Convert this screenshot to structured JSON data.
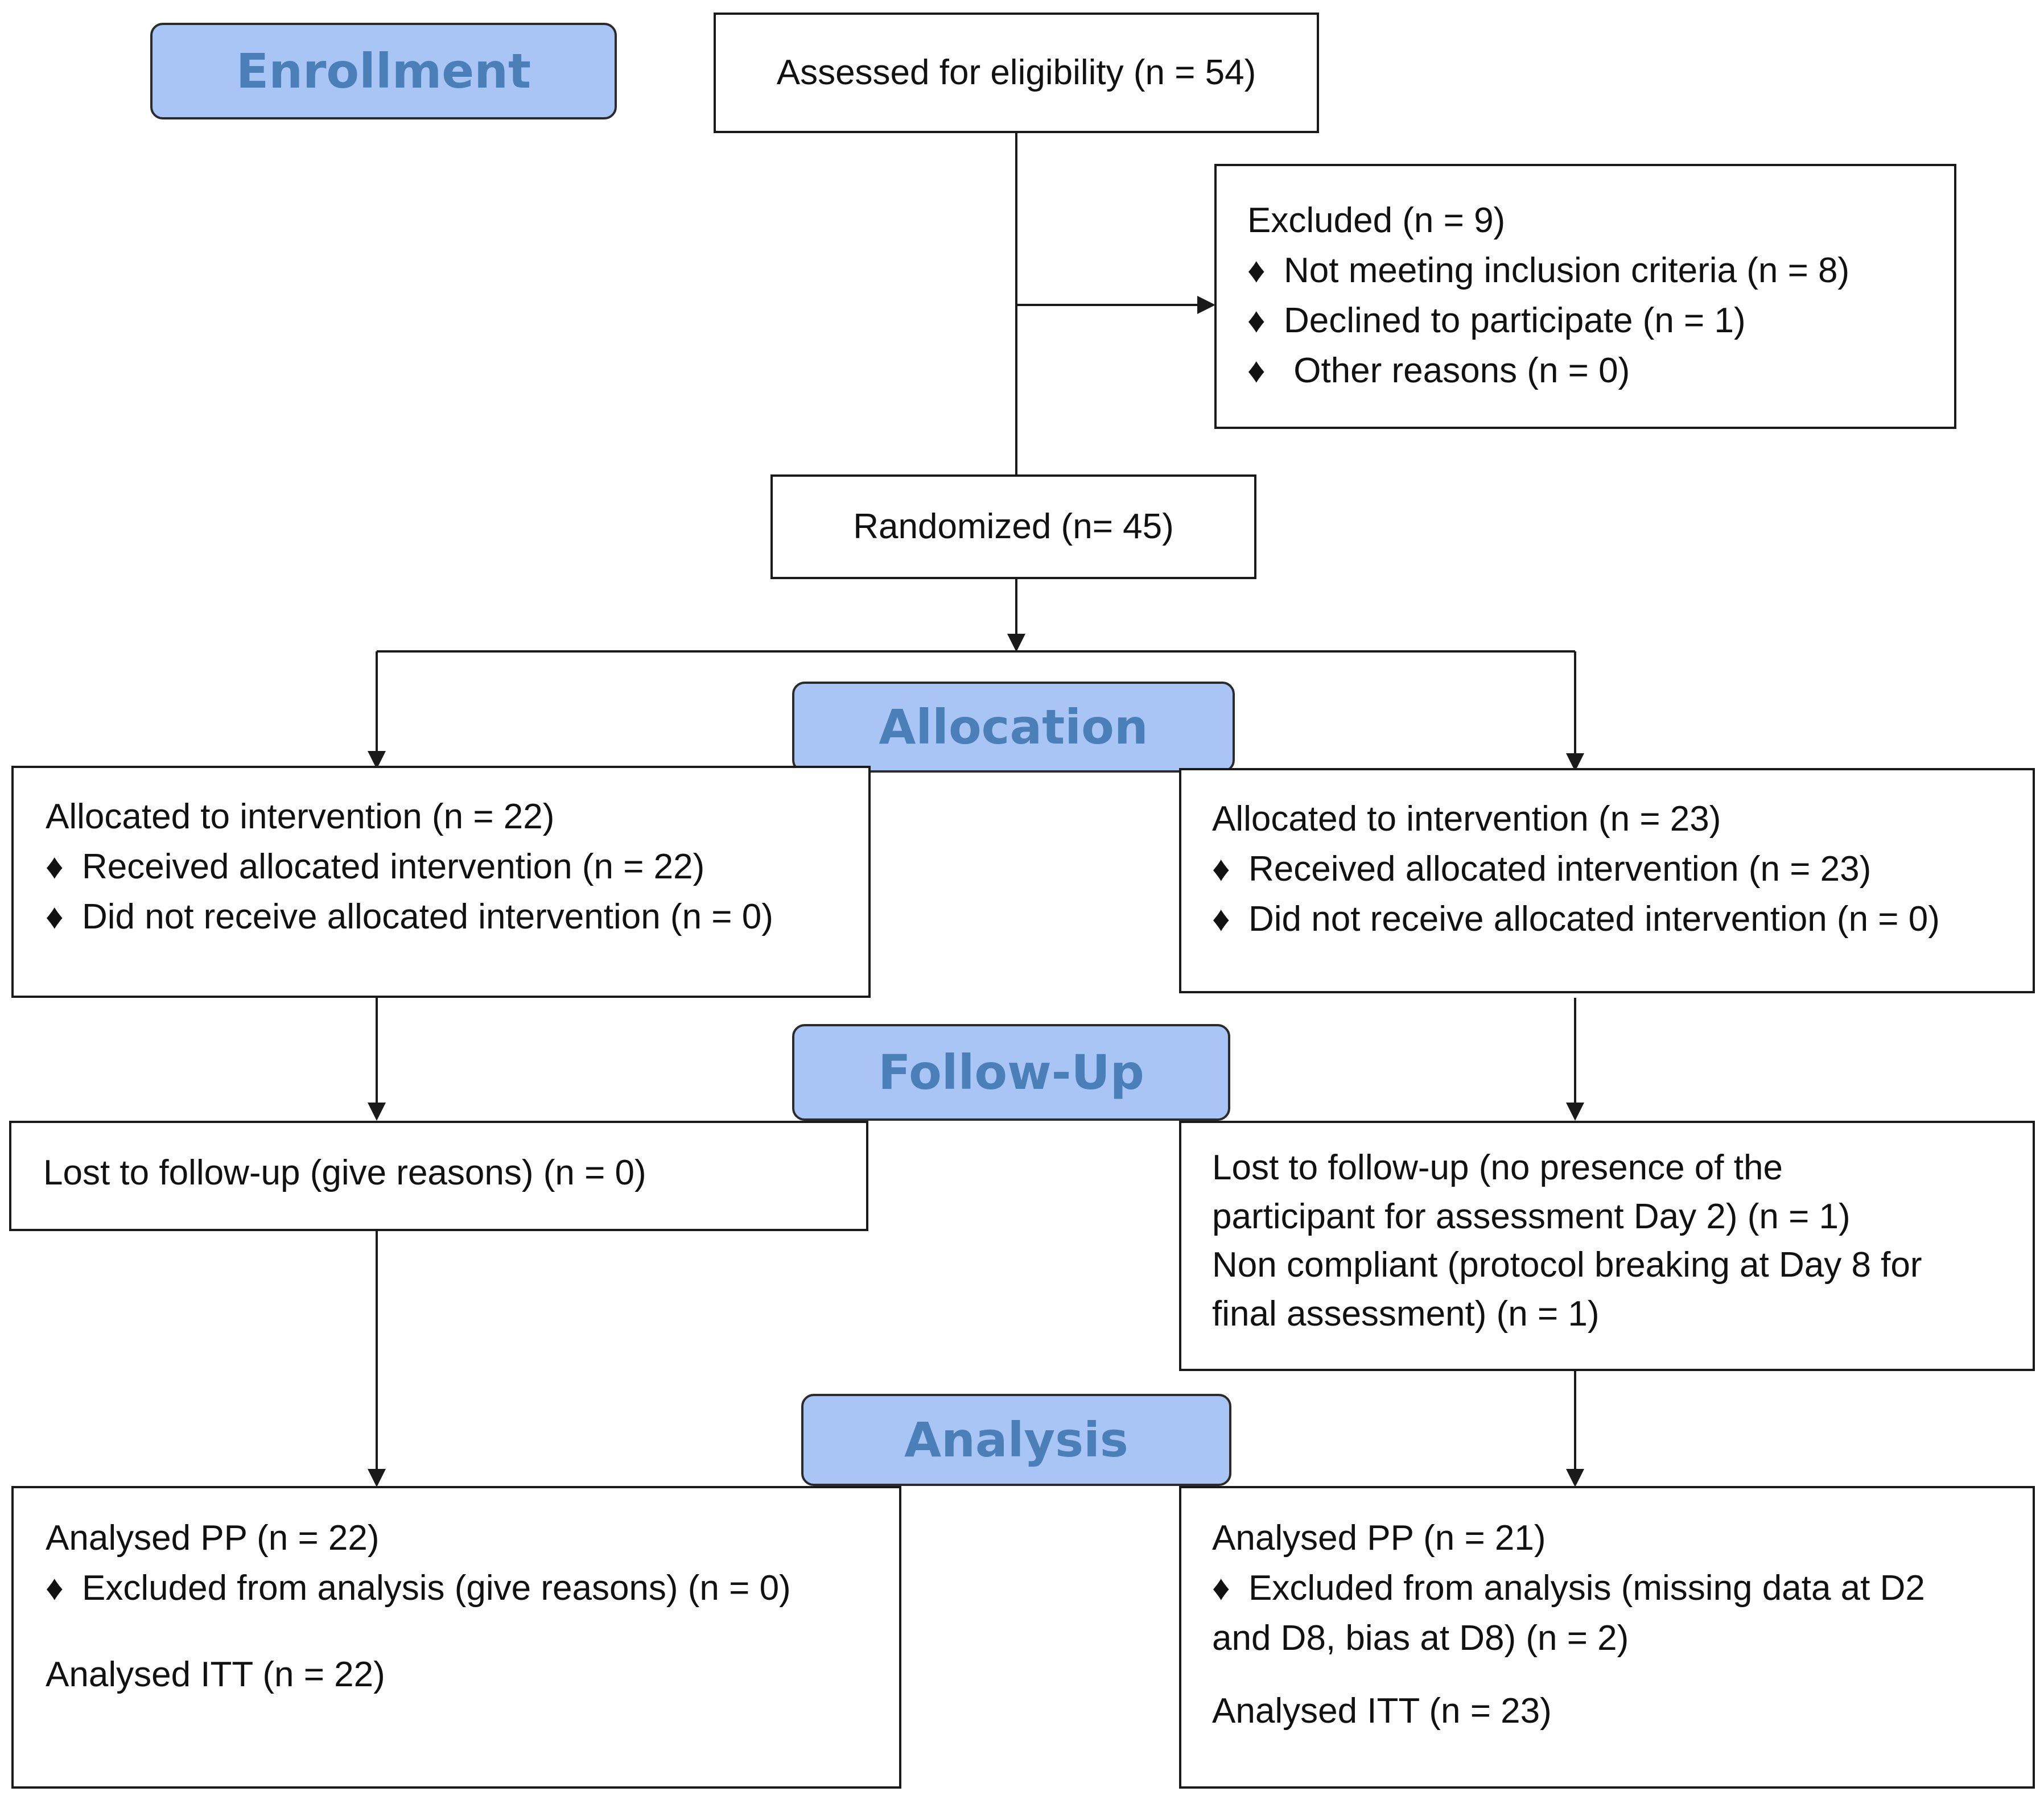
{
  "stages": {
    "enrollment": "Enrollment",
    "allocation": "Allocation",
    "follow_up": "Follow-Up",
    "analysis": "Analysis"
  },
  "bullet_icon": "diamond-icon",
  "assessed": "Assessed for eligibility (n = 54)",
  "excluded": {
    "title": "Excluded  (n = 9)",
    "items": [
      "Not meeting inclusion criteria (n = 8)",
      "Declined to participate (n = 1)",
      " Other reasons (n = 0)"
    ]
  },
  "randomized": "Randomized (n= 45)",
  "allocation_left": {
    "title": "Allocated to intervention (n = 22)",
    "items": [
      "Received allocated intervention (n =  22)",
      "Did not receive allocated intervention (n = 0)"
    ]
  },
  "allocation_right": {
    "title": "Allocated to intervention (n =  23)",
    "items": [
      "Received allocated intervention (n =  23)",
      "Did not receive allocated intervention (n = 0)"
    ]
  },
  "followup_left": "Lost to follow-up (give reasons) (n = 0)",
  "followup_right": {
    "lines": [
      "Lost to follow-up (no presence of the",
      "participant for assessment Day 2) (n = 1)",
      "Non compliant (protocol breaking at Day 8 for",
      "final assessment) (n = 1)"
    ]
  },
  "analysis_left": {
    "pp": "Analysed PP (n = 22)",
    "excluded": "Excluded from analysis (give reasons) (n = 0)",
    "itt": "Analysed ITT (n = 22)"
  },
  "analysis_right": {
    "pp": "Analysed PP (n = 21)",
    "excluded_lines": [
      "Excluded from analysis (missing data at D2",
      "and D8, bias at D8) (n = 2)"
    ],
    "itt": "Analysed ITT (n = 23)"
  }
}
